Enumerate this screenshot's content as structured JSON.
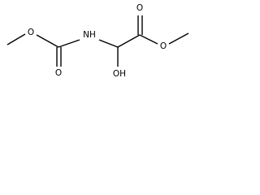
{
  "labels": {
    "ester_o_left": "O",
    "carbonyl_o_left": "O",
    "nitrogen": "NH",
    "carbonyl_o_right": "O",
    "ester_o_right": "O",
    "hydroxyl": "OH"
  },
  "colors": {
    "bond": "#000000",
    "text": "#000000",
    "background": "#ffffff"
  }
}
